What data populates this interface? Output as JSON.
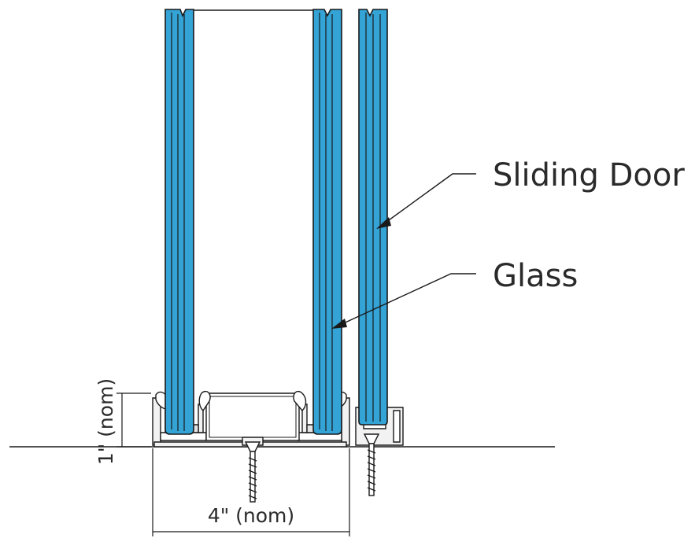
{
  "labels": {
    "sliding_door": "Sliding Door",
    "glass": "Glass",
    "height_dim": "1\" (nom)",
    "width_dim": "4\" (nom)"
  },
  "colors": {
    "glass_fill": "#34a3d6",
    "outline": "#1a1a1a",
    "profile_fill": "#f2f2f2",
    "background": "#ffffff"
  }
}
